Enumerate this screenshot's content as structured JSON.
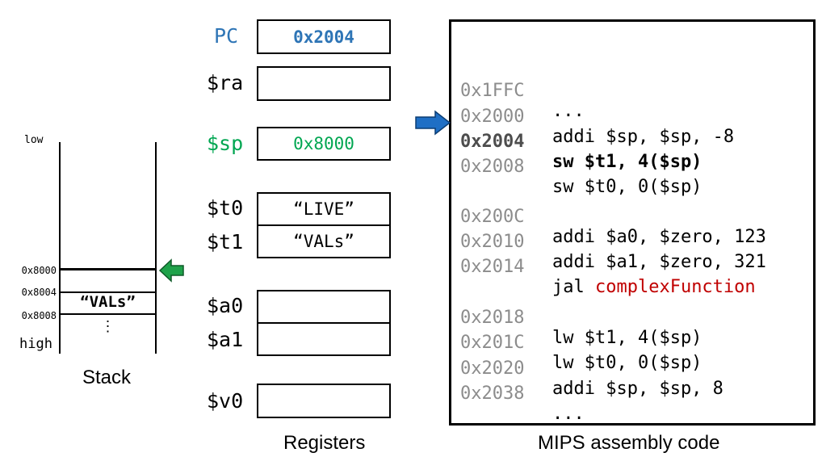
{
  "stack": {
    "caption": "Stack",
    "low_label": "low",
    "high_label": "high",
    "addresses": [
      "0x8000",
      "0x8004",
      "0x8008"
    ],
    "cell_value": "“VALs”",
    "ellipsis": "⋮"
  },
  "registers": {
    "caption": "Registers",
    "items": [
      {
        "name": "PC",
        "value": "0x2004",
        "color": "#2E75B6"
      },
      {
        "name": "$ra",
        "value": ""
      },
      {
        "name": "$sp",
        "value": "0x8000",
        "color": "#00A651"
      },
      {
        "name": "$t0",
        "value": "“LIVE”"
      },
      {
        "name": "$t1",
        "value": "“VALs”"
      },
      {
        "name": "$a0",
        "value": ""
      },
      {
        "name": "$a1",
        "value": ""
      },
      {
        "name": "$v0",
        "value": ""
      }
    ]
  },
  "code": {
    "caption": "MIPS assembly code",
    "current_address": "0x2004",
    "lines": [
      {
        "addr": "0x1FFC",
        "instr": "..."
      },
      {
        "addr": "0x2000",
        "instr": "addi $sp, $sp, -8"
      },
      {
        "addr": "0x2004",
        "instr": "sw $t1, 4($sp)"
      },
      {
        "addr": "0x2008",
        "instr": "sw $t0, 0($sp)"
      },
      {
        "addr": "0x200C",
        "instr": "addi $a0, $zero, 123"
      },
      {
        "addr": "0x2010",
        "instr": "addi $a1, $zero, 321"
      },
      {
        "addr": "0x2014",
        "instr": "jal ",
        "call": "complexFunction"
      },
      {
        "addr": "0x2018",
        "instr": "lw $t1, 4($sp)"
      },
      {
        "addr": "0x201C",
        "instr": "lw $t0, 0($sp)"
      },
      {
        "addr": "0x2020",
        "instr": "addi $sp, $sp, 8"
      },
      {
        "addr": "0x2038",
        "instr": "..."
      }
    ]
  },
  "colors": {
    "pc_arrow": "#1F6FC5",
    "sp_arrow": "#1FA24A",
    "call_text": "#C00000",
    "address_gray": "#8c8c8c"
  },
  "icons": {
    "pc_arrow": "right-arrow-icon",
    "sp_arrow": "left-arrow-icon"
  }
}
